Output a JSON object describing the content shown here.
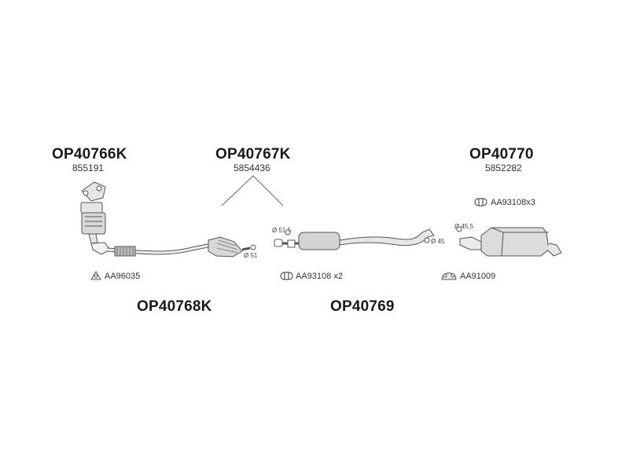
{
  "parts": {
    "front_manifold": {
      "code": "OP40766K",
      "oe_number": "855191"
    },
    "centre_cat": {
      "code": "OP40767K",
      "oe_number": "5854436"
    },
    "rear_box": {
      "code": "OP40770",
      "oe_number": "5852282"
    },
    "front_pipe": {
      "code": "OP40768K"
    },
    "middle_pipe": {
      "code": "OP40769"
    }
  },
  "fittings": {
    "gasket": "AA96035",
    "clamp_mid": "AA93108 x2",
    "clamp_rear": "AA93108x3",
    "bracket_rear": "AA91009"
  },
  "dimensions": {
    "d51": "Ø 51",
    "d51_5": "Ø 51,5",
    "d45": "Ø 45",
    "d45_5": "Ø 45,5"
  },
  "colors": {
    "line": "#555555",
    "fill": "#e6e6e6",
    "dark": "#888888"
  }
}
